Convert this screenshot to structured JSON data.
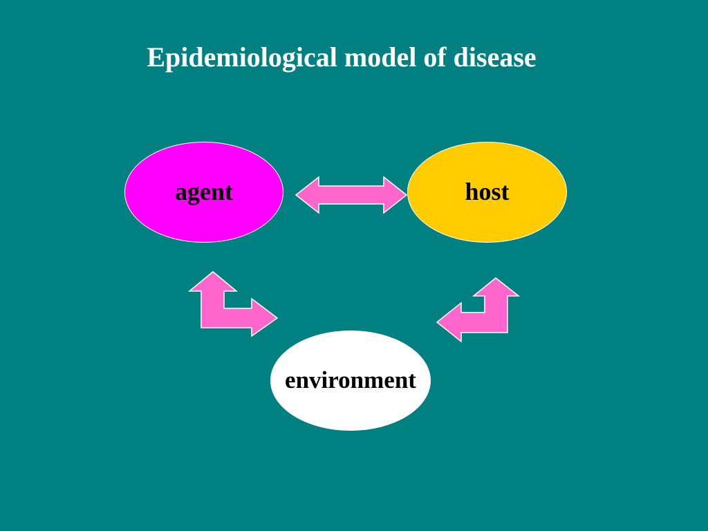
{
  "title": "Epidemiological model of disease",
  "nodes": {
    "agent": {
      "label": "agent",
      "color": "#ff00ff"
    },
    "host": {
      "label": "host",
      "color": "#ffcc00"
    },
    "environment": {
      "label": "environment",
      "color": "#ffffff"
    }
  },
  "arrow_color": "#ff66cc",
  "background_color": "#008080"
}
